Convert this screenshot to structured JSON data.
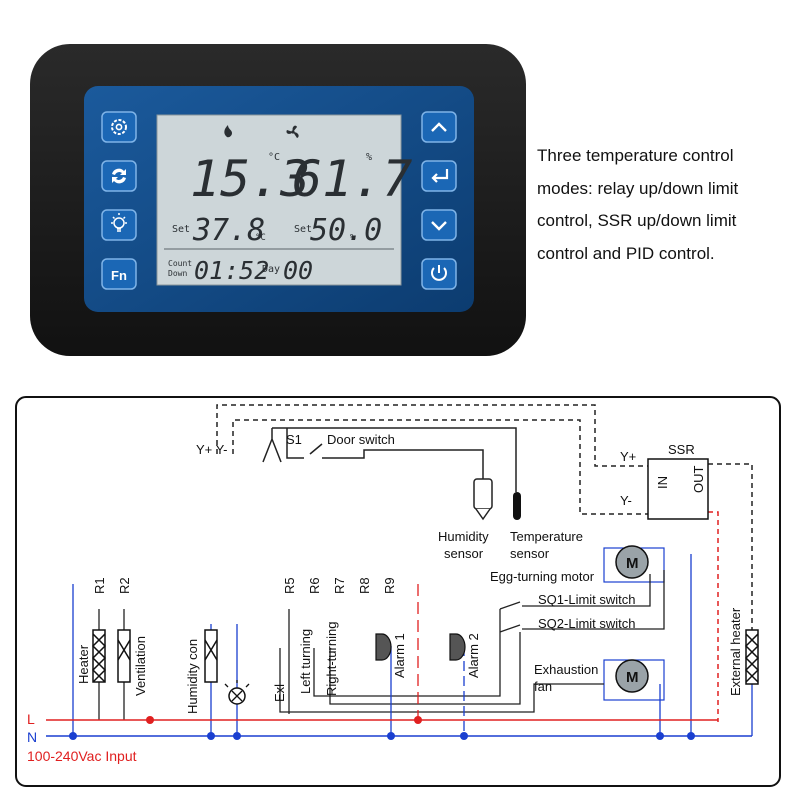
{
  "device": {
    "buttons_left": [
      {
        "name": "settings-button",
        "icon": "gear-icon"
      },
      {
        "name": "cycle-button",
        "icon": "sync-arrows-icon"
      },
      {
        "name": "light-button",
        "icon": "bulb-icon"
      },
      {
        "name": "fn-button",
        "icon": "fn-label",
        "label": "Fn"
      }
    ],
    "buttons_right": [
      {
        "name": "up-button",
        "icon": "chevron-up-icon"
      },
      {
        "name": "enter-button",
        "icon": "enter-arrow-icon"
      },
      {
        "name": "down-button",
        "icon": "chevron-down-icon"
      },
      {
        "name": "power-button",
        "icon": "power-icon"
      }
    ],
    "lcd": {
      "status_icons": [
        "flame-icon",
        "fan-icon"
      ],
      "temperature": "15.3",
      "temperature_unit": "°C",
      "humidity": "61.7",
      "humidity_unit": "%",
      "set_label": "Set",
      "set_temperature": "37.8",
      "set_temperature_unit": "°C",
      "set_humidity": "50.0",
      "set_humidity_unit": "%",
      "countdown_label_1": "Count",
      "countdown_label_2": "Down",
      "countdown": "01:52",
      "day_label": "Day",
      "day": "00"
    },
    "colors": {
      "frame": "#1c1c1c",
      "panel": "#0f4a86",
      "lcd": "#c9d3d6",
      "accent": "#1b78c9"
    }
  },
  "caption": {
    "lines": [
      "Three temperature control",
      "modes: relay up/down limit",
      "control, SSR up/down limit",
      "control and PID control."
    ]
  },
  "wiring": {
    "relays": [
      "R1",
      "R2",
      "R5",
      "R6",
      "R7",
      "R8",
      "R9"
    ],
    "loads": {
      "heater": "Heater",
      "ventilation": "Ventilation",
      "humidity_control": "Humidity con",
      "exl": "Exl",
      "left_turning": "Left turning",
      "right_turning": "Right-turning",
      "alarm1": "Alarm 1",
      "alarm2": "Alarm 2",
      "external_heater": "External heater"
    },
    "signals": {
      "y_plus_minus": "Y+ Y-",
      "s1": "S1",
      "door_switch": "Door switch",
      "ssr": "SSR",
      "ssr_y_plus": "Y+",
      "ssr_y_minus": "Y-",
      "ssr_in": "IN",
      "ssr_out": "OUT"
    },
    "sensors": {
      "humidity_1": "Humidity",
      "humidity_2": "sensor",
      "temperature_1": "Temperature",
      "temperature_2": "sensor"
    },
    "motors": {
      "egg_turning": "Egg-turning motor",
      "sq1": "SQ1-Limit switch",
      "sq2": "SQ2-Limit switch",
      "exhaust_1": "Exhaustion",
      "exhaust_2": "fan",
      "motor_symbol": "M"
    },
    "mains": {
      "l": "L",
      "n": "N",
      "input": "100-240Vac  Input"
    },
    "colors": {
      "live": "#e02020",
      "neutral": "#1a3fd0",
      "wire": "#222222"
    }
  }
}
